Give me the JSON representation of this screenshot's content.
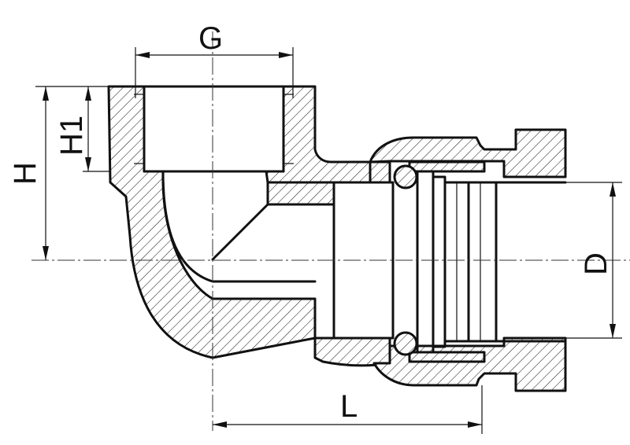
{
  "dimensions": {
    "G": "G",
    "H": "H",
    "H1": "H1",
    "D": "D",
    "L": "L"
  }
}
